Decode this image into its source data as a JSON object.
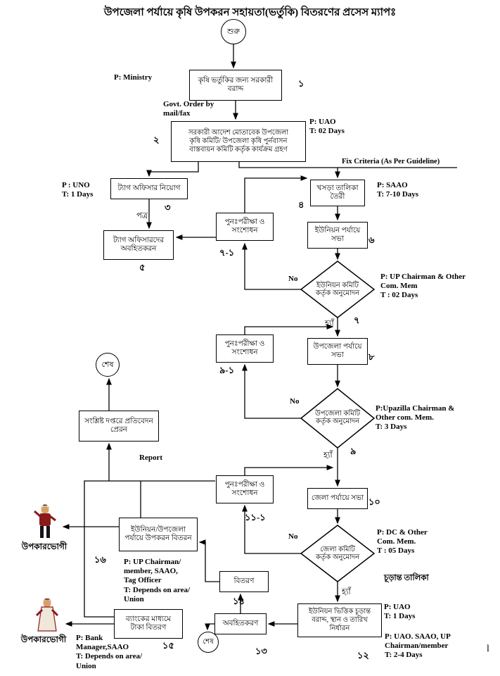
{
  "title": "উপজেলা পর্যায়ে কৃষি উপকরন সহায়তা(ভর্তুকি) বিতরণের প্রসেস ম্যাপঃ",
  "terminals": {
    "start": "শুরু",
    "end_top": "শেষ",
    "end_bottom": "শেষ"
  },
  "labels": {
    "yes": "হ্যাঁ",
    "no": "No",
    "govt_order": "Govt. Order by\nmail/fax",
    "fix_criteria": "Fix Criteria (As Per Guideline)",
    "letter": "পত্র",
    "report": "Report",
    "final_list": "চূড়ান্ত তালিকা",
    "beneficiary": "উপকারভোগী",
    "recheck": "পুনঃপরীক্ষা ও সংশোধন",
    "stray_mark": "l"
  },
  "report_box": "সংশ্লিষ্ট দপ্তরে প্রতিবেদন\nপ্রেরন",
  "steps": {
    "s1": {
      "num": "১",
      "label": "কৃষি ভর্তুকির জন্য সরকারী\nবরাদ্দ",
      "annotation": "P: Ministry"
    },
    "s2": {
      "num": "২",
      "label": "সরকারী আদেশ মোতাবেক উপজেলা\nকৃষি কমিটি/ উপজেলা কৃষি পুর্নবাসন\nবাস্তবায়ন কমিটি কর্তৃক কার্যক্রম গ্রহণ",
      "annotation": "P: UAO\nT: 02 Days"
    },
    "s3": {
      "num": "৩",
      "label": "ট্যাগ অফিসার নিয়োগ",
      "annotation": "P : UNO\nT: 1 Days"
    },
    "s4": {
      "num": "৪",
      "label": "খসড়া তালিকা\nতৈরী",
      "annotation": "P: SAAO\nT: 7-10 Days"
    },
    "s5": {
      "num": "৫",
      "label": "ট্যাগ অফিসারদের\nঅবহিতকরন"
    },
    "s6": {
      "num": "৬",
      "label": "ইউনিয়ন পর্যায়ে\nসভা"
    },
    "s7": {
      "num": "৭",
      "loop": "৭-১",
      "label": "ইউনিয়ন কমিটি\nকর্তৃক অনুমোদন",
      "annotation": "P: UP Chairman & Other\nCom. Mem\nT : 02 Days"
    },
    "s8": {
      "num": "৮",
      "label": "উপজেলা পর্যায়ে\nসভা"
    },
    "s9": {
      "num": "৯",
      "loop": "৯-১",
      "label": "উপজেলা কমিটি\nকর্তৃক অনুমোদন",
      "annotation": "P:Upazilla  Chairman  &\nOther com. Mem.\nT: 3 Days"
    },
    "s10": {
      "num": "১০",
      "label": "জেলা পর্যায়ে সভা"
    },
    "s11": {
      "loop": "১১-১",
      "label": "জেলা কমিটি\nকর্তৃক অনুমোদন",
      "annotation": "P: DC & Other\nCom. Mem.\nT : 05 Days"
    },
    "s12": {
      "num": "১২",
      "label": "ইউনিয়ন ভিত্তিক চূড়ান্ত\nবরাদ্দ, স্থান ও তারিখ\nনির্ধারন",
      "annotation_top": "P: UAO\nT: 1 Days",
      "annotation_bottom": "P: UAO. SAAO, UP\nChairman/member\nT: 2-4 Days"
    },
    "s13": {
      "num": "১৩",
      "label": "অবহিতকরণ"
    },
    "s14": {
      "num": "১৪",
      "label": "বিতরণ"
    },
    "s15": {
      "num": "১৫",
      "label": "ব্যাংকের মাধ্যমে\nটাকা বিতরণ",
      "annotation": "P: Bank\nManager,SAAO\nT: Depends on area/\nUnion"
    },
    "s16": {
      "num": "১৬",
      "label": "ইউনিয়ন/উপজেলা\nপর্যায়ে উপকরন বিতরন",
      "annotation": "P: UP Chairman/\nmember, SAAO,\nTag Officer\nT: Depends on area/\nUnion"
    }
  }
}
